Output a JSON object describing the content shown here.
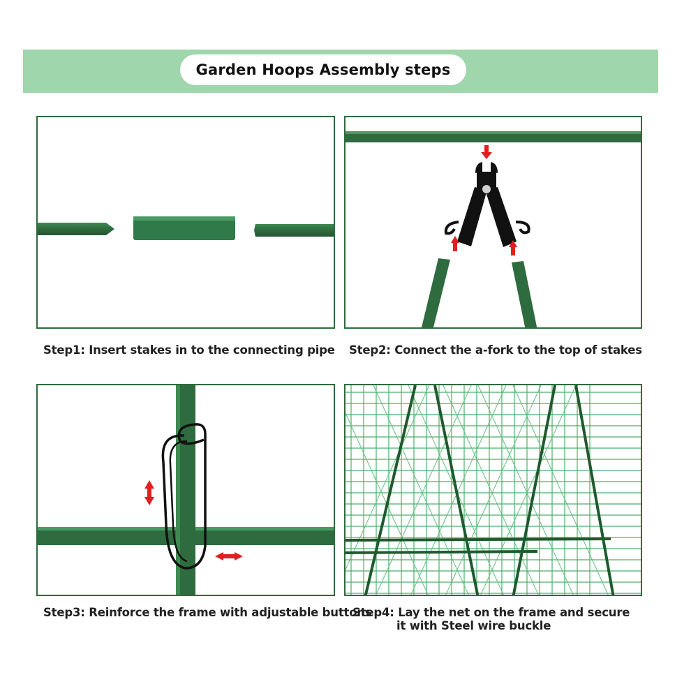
{
  "title": "Garden Hoops Assembly steps",
  "colors": {
    "banner": "#9fd6ab",
    "frame": "#2f6b3c",
    "stake": "#2e6b3e",
    "arrow": "#e02020",
    "fork": "#111111"
  },
  "steps": [
    {
      "caption": "Step1: Insert stakes in to the connecting pipe",
      "illustration": "stakes-and-connecting-pipe"
    },
    {
      "caption": "Step2: Connect the a-fork to the top of stakes",
      "illustration": "a-fork-on-stakes"
    },
    {
      "caption": "Step3: Reinforce the frame with adjustable buttons",
      "illustration": "wire-clip-on-frame"
    },
    {
      "caption_line1": "Step4: Lay the net on the frame and secure",
      "caption_line2": "it with Steel wire buckle",
      "illustration": "trellis-net-on-frame"
    }
  ]
}
